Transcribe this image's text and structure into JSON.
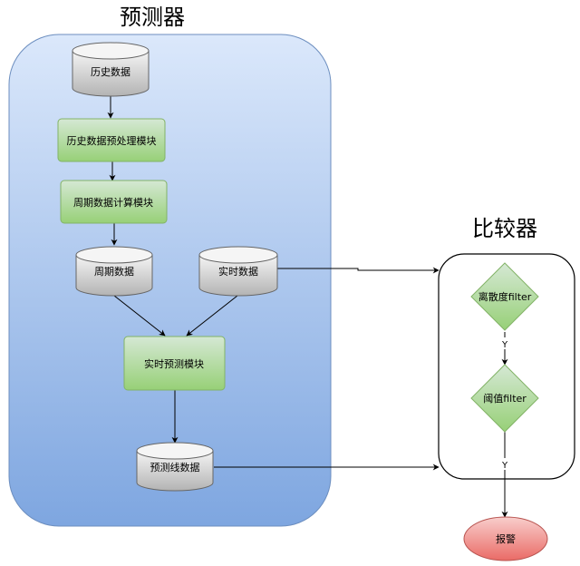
{
  "predictor": {
    "title": "预测器",
    "history_data": "历史数据",
    "preprocess_module": "历史数据预处理模块",
    "period_calc_module": "周期数据计算模块",
    "period_data": "周期数据",
    "realtime_data": "实时数据",
    "realtime_predict_module": "实时预测模块",
    "predict_line_data": "预测线数据"
  },
  "comparator": {
    "title": "比较器",
    "discrete_filter": "离散度filter",
    "threshold_filter": "阈值filter",
    "yes_label_1": "Y",
    "yes_label_2": "Y"
  },
  "alarm": {
    "label": "报警"
  },
  "colors": {
    "predictor_fill_top": "#dbe8fb",
    "predictor_fill_bottom": "#7ea6e0",
    "predictor_stroke": "#6c8ebf",
    "module_fill_top": "#d5e8d4",
    "module_fill_bottom": "#97d077",
    "module_stroke": "#82b366",
    "cylinder_fill_top": "#f5f5f5",
    "cylinder_fill_bottom": "#b3b3b3",
    "cylinder_stroke": "#666666",
    "alarm_fill_top": "#f8cecc",
    "alarm_fill_bottom": "#ea6b66",
    "alarm_stroke": "#b85450"
  }
}
